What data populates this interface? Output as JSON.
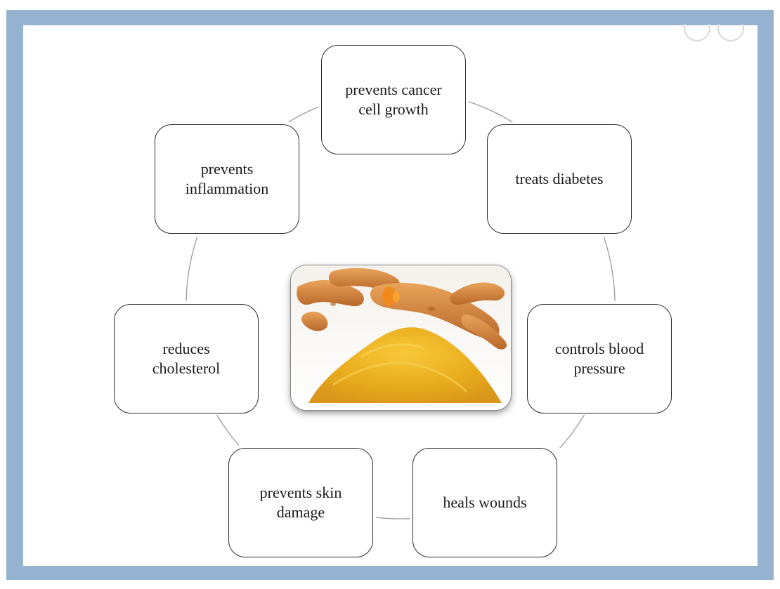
{
  "diagram": {
    "center_image": "turmeric-root-and-powder",
    "colors": {
      "frame": "#95b3d1",
      "node_border": "#2b2b2b",
      "connector": "#9a9a9a",
      "powder": "#e8b01e",
      "root": "#d98a3c"
    },
    "nodes": [
      {
        "id": "cancer",
        "label": "prevents cancer\ncell growth"
      },
      {
        "id": "diabetes",
        "label": "treats diabetes"
      },
      {
        "id": "blood-pressure",
        "label": "controls blood\npressure"
      },
      {
        "id": "wounds",
        "label": "heals wounds"
      },
      {
        "id": "skin",
        "label": "prevents skin\ndamage"
      },
      {
        "id": "cholesterol",
        "label": "reduces\ncholesterol"
      },
      {
        "id": "inflammation",
        "label": "prevents\ninflammation"
      }
    ]
  }
}
